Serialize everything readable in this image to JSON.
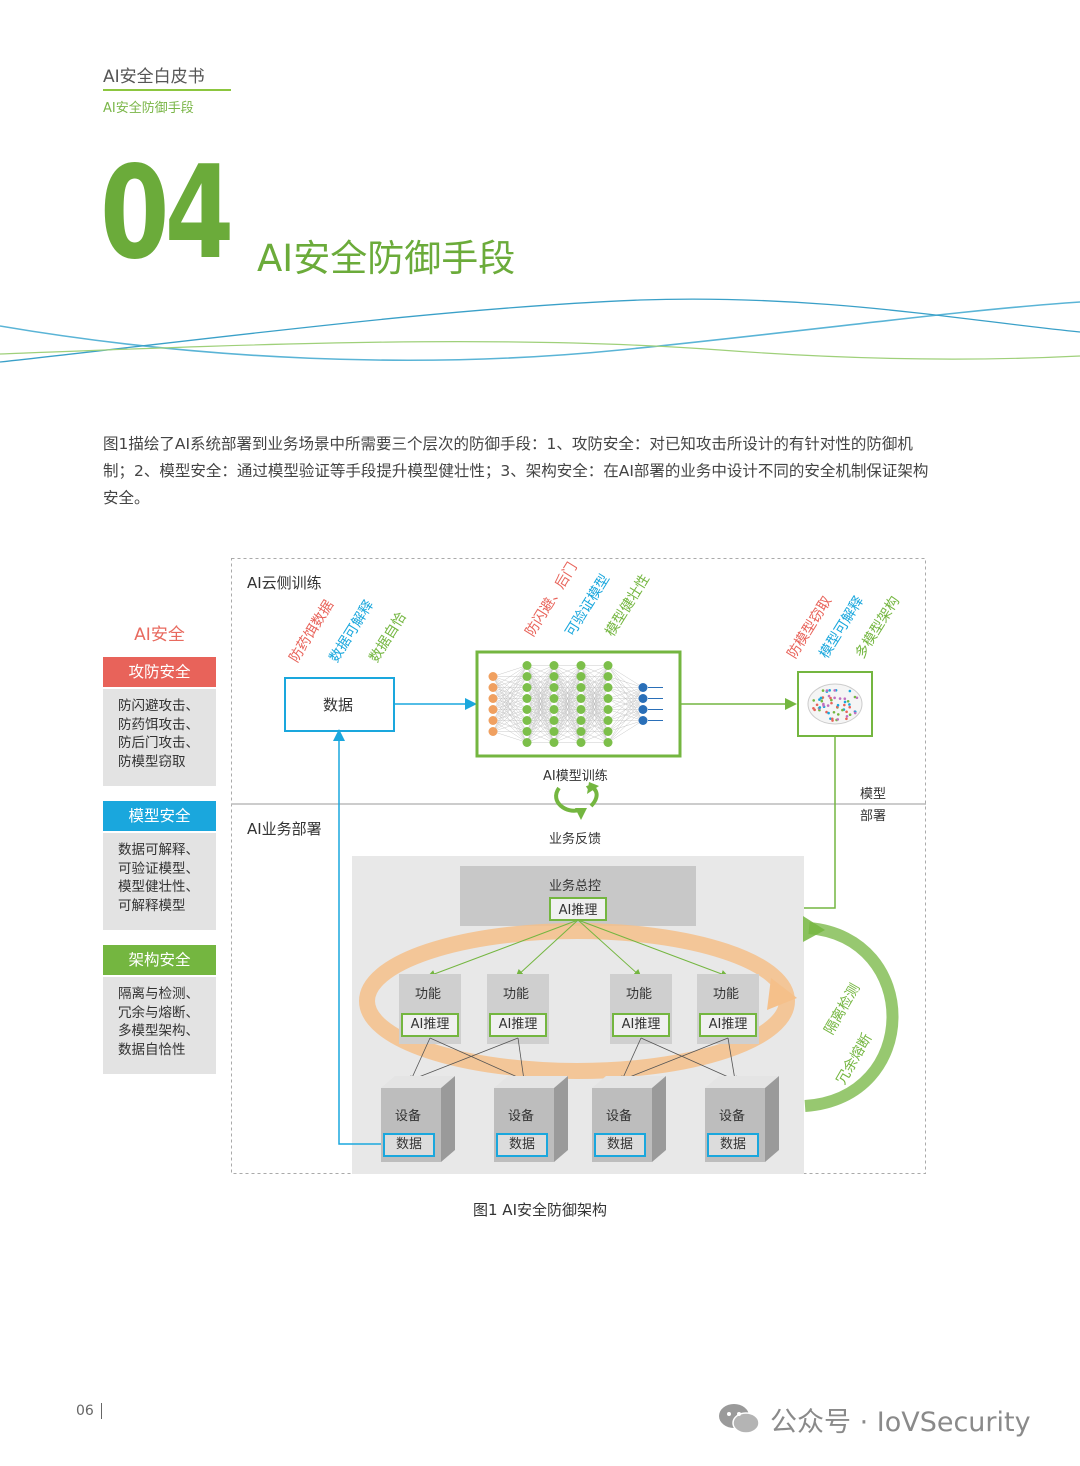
{
  "header": {
    "title": "AI安全白皮书",
    "subtitle": "AI安全防御手段"
  },
  "chapter": {
    "number": "04",
    "title": "AI安全防御手段"
  },
  "intro": "图1描绘了AI系统部署到业务场景中所需要三个层次的防御手段：1、攻防安全：对已知攻击所设计的有针对性的防御机制；2、模型安全：通过模型验证等手段提升模型健壮性；3、架构安全：在AI部署的业务中设计不同的安全机制保证架构安全。",
  "left_panel": {
    "heading": "AI安全",
    "groups": [
      {
        "title": "攻防安全",
        "color": "#e8635a",
        "items": [
          "防闪避攻击、",
          "防药饵攻击、",
          "防后门攻击、",
          "防模型窃取"
        ]
      },
      {
        "title": "模型安全",
        "color": "#1aa7dd",
        "items": [
          "数据可解释、",
          "可验证模型、",
          "模型健壮性、",
          "可解释模型"
        ]
      },
      {
        "title": "架构安全",
        "color": "#74b640",
        "items": [
          "隔离与检测、",
          "冗余与熔断、",
          "多模型架构、",
          "数据自恰性"
        ]
      }
    ]
  },
  "diagram": {
    "cloud_label": "AI云侧训练",
    "deploy_label": "AI业务部署",
    "data_box": "数据",
    "data_tags": [
      "防药饵数据",
      "数据可解释",
      "数据自恰"
    ],
    "model_tags": [
      "防闪避、后门",
      "可验证模型",
      "模型健壮性"
    ],
    "brain_tags": [
      "防模型窃取",
      "模型可解释",
      "多模型架构"
    ],
    "training_label": "AI模型训练",
    "feedback_label": "业务反馈",
    "deploy_side_label_1": "模型",
    "deploy_side_label_2": "部署",
    "control_label": "业务总控",
    "ai_infer": "AI推理",
    "function_label": "功能",
    "device_label": "设备",
    "device_data": "数据",
    "loop_tags": [
      "隔离|检测",
      "冗余|熔断"
    ],
    "tag_colors": [
      "#e8635a",
      "#1aa7dd",
      "#74b640"
    ]
  },
  "caption": "图1 AI安全防御架构",
  "footer": {
    "page": "06",
    "watermark": "公众号 · IoVSecurity"
  }
}
